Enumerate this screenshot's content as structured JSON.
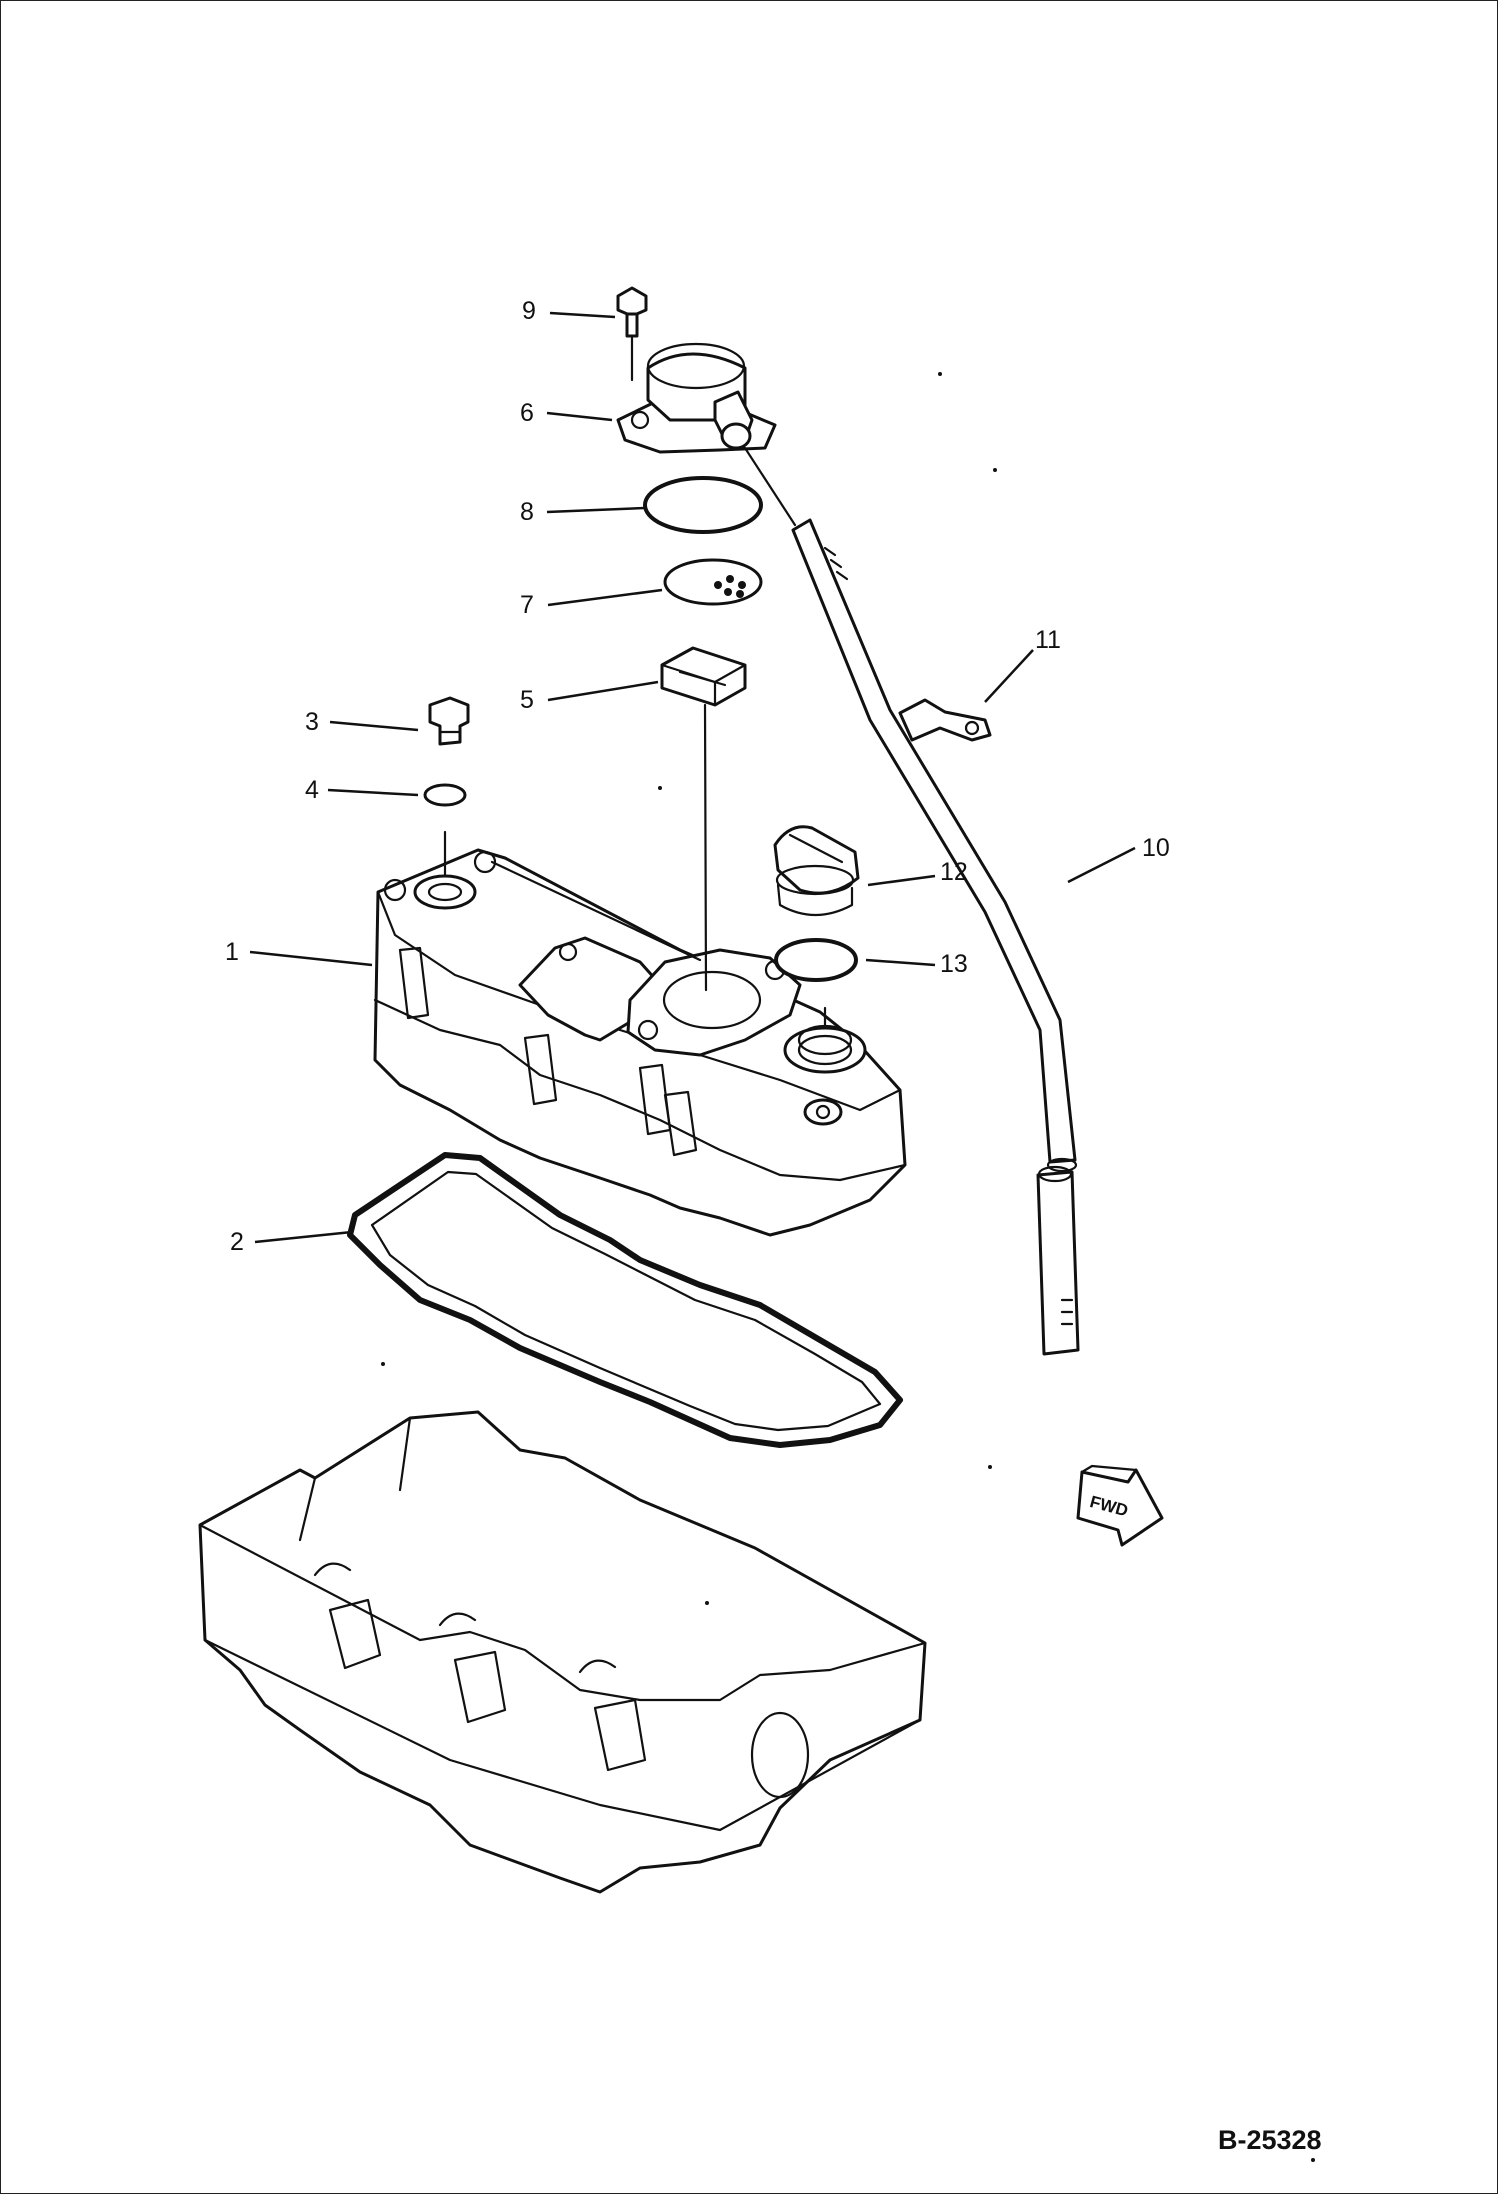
{
  "callouts": {
    "p1": "1",
    "p2": "2",
    "p3": "3",
    "p4": "4",
    "p5": "5",
    "p6": "6",
    "p7": "7",
    "p8": "8",
    "p9": "9",
    "p10": "10",
    "p11": "11",
    "p12": "12",
    "p13": "13"
  },
  "fwd_label": "FWD",
  "drawing_number": "B-25328"
}
